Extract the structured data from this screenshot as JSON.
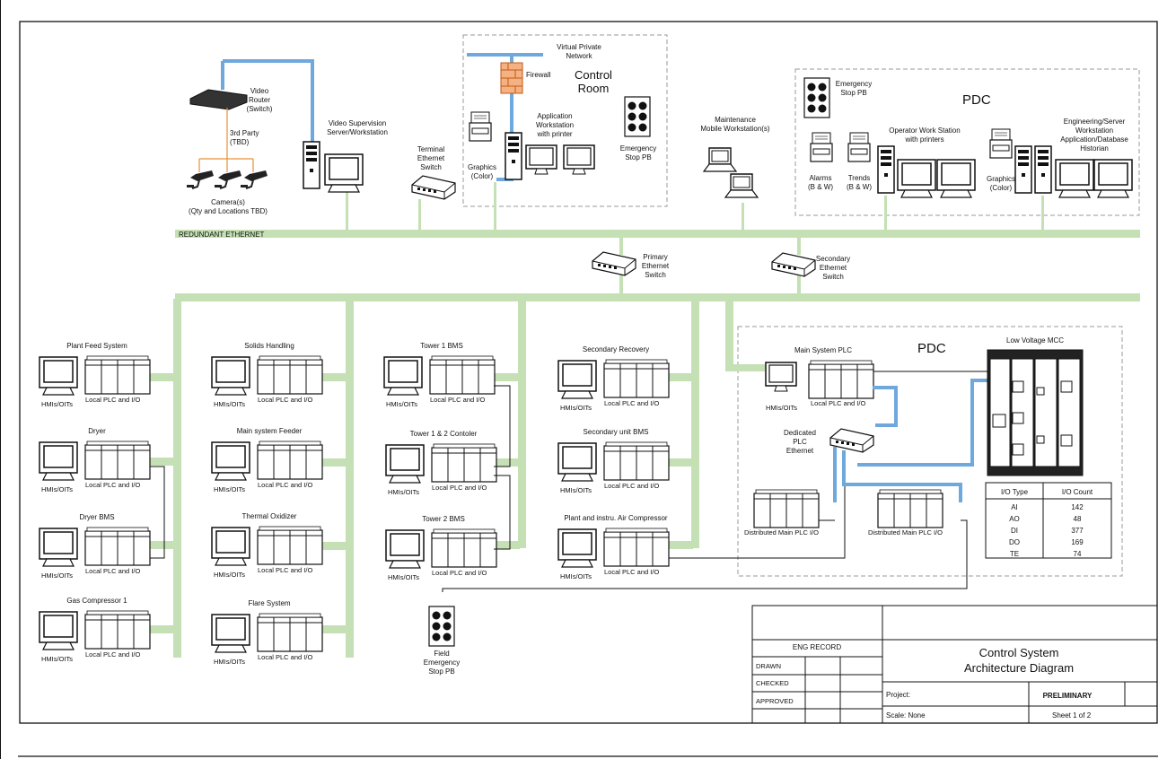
{
  "labels": {
    "redundant_ethernet": "REDUNDANT ETHERNET",
    "control_room": [
      "Control",
      "Room"
    ],
    "vpn": [
      "Virtual Private",
      "Network"
    ],
    "firewall": "Firewall",
    "app_ws": [
      "Application",
      "Workstation",
      "with printer"
    ],
    "graphics_cr": [
      "Graphics",
      "(Color)"
    ],
    "estop_cr": [
      "Emergency",
      "Stop PB"
    ],
    "video_router": [
      "Video",
      "Router",
      "(Switch)"
    ],
    "third_party": "3rd Party",
    "tbd": "(TBD)",
    "cameras": [
      "Camera(s)",
      "(Qty and Locations TBD)"
    ],
    "video_server": [
      "Video Supervision",
      "Server/Workstation"
    ],
    "terminal_switch": [
      "Terminal",
      "Ethernet",
      "Switch"
    ],
    "maintenance": [
      "Maintenance",
      "Mobile Workstation(s)"
    ],
    "pdc": "PDC",
    "estop_pdc": [
      "Emergency",
      "Stop PB"
    ],
    "alarms": [
      "Alarms",
      "(B & W)"
    ],
    "trends": [
      "Trends",
      "(B & W)"
    ],
    "operator_ws": [
      "Operator Work Station",
      "with printers"
    ],
    "graphics_pdc": [
      "Graphics",
      "(Color)"
    ],
    "eng_ws": [
      "Engineering/Server",
      "Workstation",
      "Application/Database",
      "Historian"
    ],
    "primary_switch": [
      "Primary",
      "Ethernet",
      "Switch"
    ],
    "secondary_switch": [
      "Secondary",
      "Ethernet",
      "Switch"
    ],
    "hmi": "HMIs/OITs",
    "local_plc": "Local PLC and  I/O",
    "main_plc": "Main System PLC",
    "dedicated": [
      "Dedicated",
      "PLC",
      "Ethernet"
    ],
    "distributed_1": "Distributed Main PLC I/O",
    "distributed_2": "Distributed Main PLC I/O",
    "lv_mcc": "Low Voltage MCC",
    "field_estop": [
      "Field",
      "Emergency",
      "Stop PB"
    ]
  },
  "systems": [
    "Plant Feed System",
    "Dryer",
    "Dryer BMS",
    "Gas Compressor 1",
    "Solids Handling",
    "Main system Feeder",
    "Thermal Oxidizer",
    "Flare System",
    "Tower 1 BMS",
    "Tower 1 & 2 Contoler",
    "Tower 2 BMS",
    "Secondary Recovery",
    "Secondary unit BMS",
    "Plant and instru. Air Compressor"
  ],
  "io_table": {
    "headers": [
      "I/O Type",
      "I/O Count"
    ],
    "rows": [
      [
        "AI",
        "142"
      ],
      [
        "AO",
        "48"
      ],
      [
        "DI",
        "377"
      ],
      [
        "DO",
        "169"
      ],
      [
        "TE",
        "74"
      ]
    ]
  },
  "title_block": {
    "eng_record": "ENG  RECORD",
    "drawn": "DRAWN",
    "checked": "CHECKED",
    "approved": "APPROVED",
    "title": [
      "Control System",
      "Architecture Diagram"
    ],
    "project_label": "Project:",
    "status": "PRELIMINARY",
    "scale": "Scale:  None",
    "sheet": "Sheet    1    of    2"
  },
  "colors": {
    "ethernet_green": "#c5e0b4",
    "link_blue": "#6fa8dc",
    "camera_orange": "#e69138"
  }
}
